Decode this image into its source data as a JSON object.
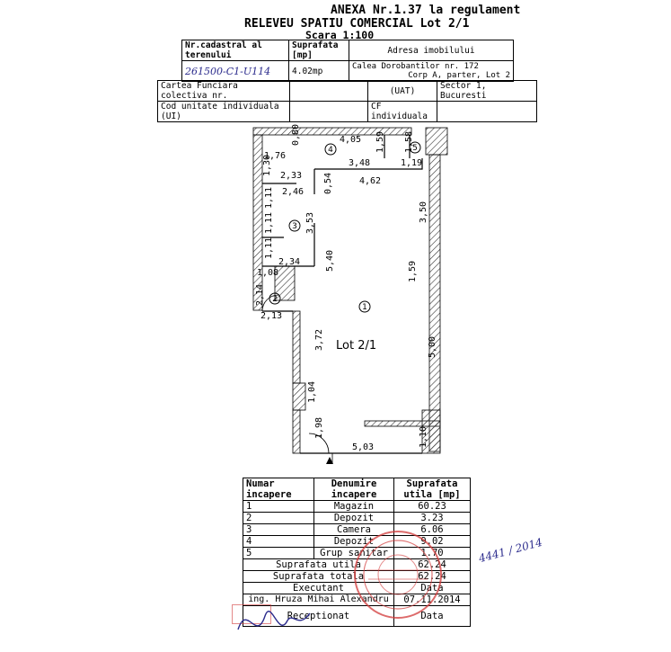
{
  "header": {
    "annex": "ANEXA Nr.1.37 la regulament",
    "title": "RELEVEU SPATIU COMERCIAL Lot 2/1",
    "scale": "Scara 1:100"
  },
  "top_table": {
    "col1_header": "Nr.cadastral al terenului",
    "col2_header": "Suprafata [mp]",
    "col3_header": "Adresa imobilului",
    "cadastral_handwritten": "261500-C1-U114",
    "surface": "4.02mp",
    "address_line1": "Calea Dorobantilor nr. 172",
    "address_line2": "Corp A, parter, Lot 2"
  },
  "second_table": {
    "row1_label": "Cartea Funciara colectiva nr.",
    "row1_uat": "(UAT)",
    "row1_sector": "Sector 1, Bucuresti",
    "row2_label": "Cod unitate individuala (UI)",
    "row2_cf": "CF individuala"
  },
  "plan": {
    "lot_label": "Lot 2/1",
    "room_markers": [
      "1",
      "2",
      "3",
      "4",
      "5"
    ],
    "dimensions": [
      "4,05",
      "0,80",
      "1,59",
      "1,58",
      "1,76",
      "1,30",
      "3,48",
      "1,19",
      "2,33",
      "0,54",
      "2,46",
      "4,62",
      "1,11",
      "1,11",
      "1,11",
      "3,53",
      "3,50",
      "5,40",
      "2,34",
      "1,59",
      "1,08",
      "2,14",
      "2,13",
      "3,72",
      "5,00",
      "1,04",
      "1,98",
      "1,10",
      "5,03"
    ]
  },
  "rooms_table": {
    "headers": {
      "numar": "Numar incapere",
      "denumire": "Denumire incapere",
      "suprafata": "Suprafata utila [mp]"
    },
    "rows": [
      {
        "nr": "1",
        "name": "Magazin",
        "area": "60.23"
      },
      {
        "nr": "2",
        "name": "Depozit",
        "area": "3.23"
      },
      {
        "nr": "3",
        "name": "Camera",
        "area": "6.06"
      },
      {
        "nr": "4",
        "name": "Depozit",
        "area": "9.02"
      },
      {
        "nr": "5",
        "name": "Grup sanitar",
        "area": "1.70"
      }
    ],
    "suprafata_utila_label": "Suprafata utila",
    "suprafata_utila_value": "62.24",
    "suprafata_totala_label": "Suprafata totala",
    "suprafata_totala_value": "62.24",
    "executant_label": "Executant",
    "data_label": "Data",
    "executant_name": "ing. Hruza Mihai Alexandru",
    "executant_date": "07.11.2014",
    "receptionat_label": "Receptionat",
    "receptionat_data": "Data"
  },
  "annotations": {
    "handwritten_right": "4441 / 2014"
  },
  "colors": {
    "ink": "#000000",
    "stamp_red": "#d23a3a",
    "pen_blue": "#2a2a8c",
    "hatch": "#333333"
  }
}
